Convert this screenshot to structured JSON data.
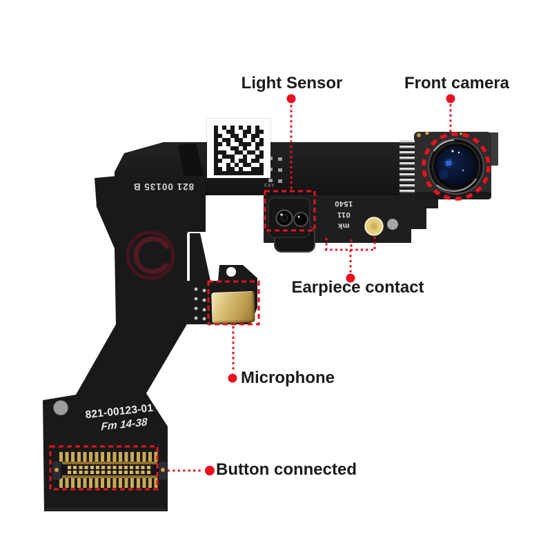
{
  "colors": {
    "annotation_red": "#e8121f",
    "label_text": "#1a1a1a",
    "background": "#ffffff",
    "flex_black": "#1a1a1a",
    "microphone_gold": "#d4b464",
    "lens_blue": "#0a1734"
  },
  "labels": {
    "light_sensor": "Light Sensor",
    "front_camera": "Front camera",
    "earpiece_contact": "Earpiece contact",
    "microphone": "Microphone",
    "button_connected": "Button connected"
  },
  "markings": {
    "flex_serial": "821 00135 B",
    "pad_part_number": "821-00123-01",
    "pad_handwritten_code": "Fm 14-38",
    "camera_flex_marking": {
      "line1": "mk",
      "line2": "011",
      "line3": "1540"
    },
    "tiny_flex_label": "FAY"
  },
  "datamatrix_rows": [
    "101010101010",
    "100110011011",
    "110011010110",
    "101101100101",
    "110100111011",
    "100011010010",
    "111001101101",
    "101110010011",
    "110010110110",
    "100101011001",
    "110110100111",
    "111111111111"
  ]
}
